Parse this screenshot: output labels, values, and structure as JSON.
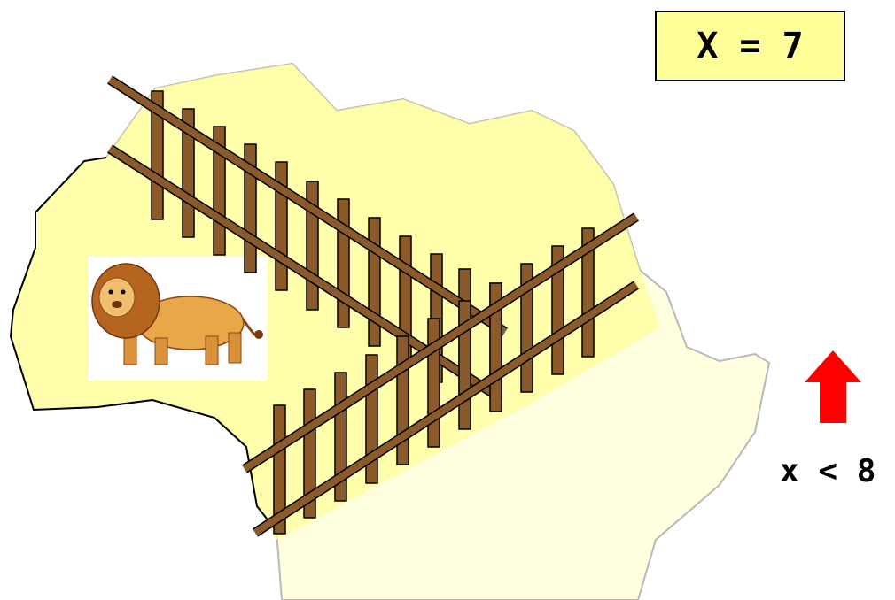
{
  "value_box": {
    "label": "X = 7"
  },
  "inequality": {
    "label": "x < 8",
    "arrow_direction": "up",
    "arrow_color": "#ff0000"
  },
  "colors": {
    "africa_light": "#ffffe0",
    "africa_shaded": "#ffff99",
    "box_fill": "#ffff99",
    "fence": "#8b5a2b"
  },
  "icons": [
    "africa-map",
    "lion",
    "fence",
    "red-up-arrow"
  ]
}
